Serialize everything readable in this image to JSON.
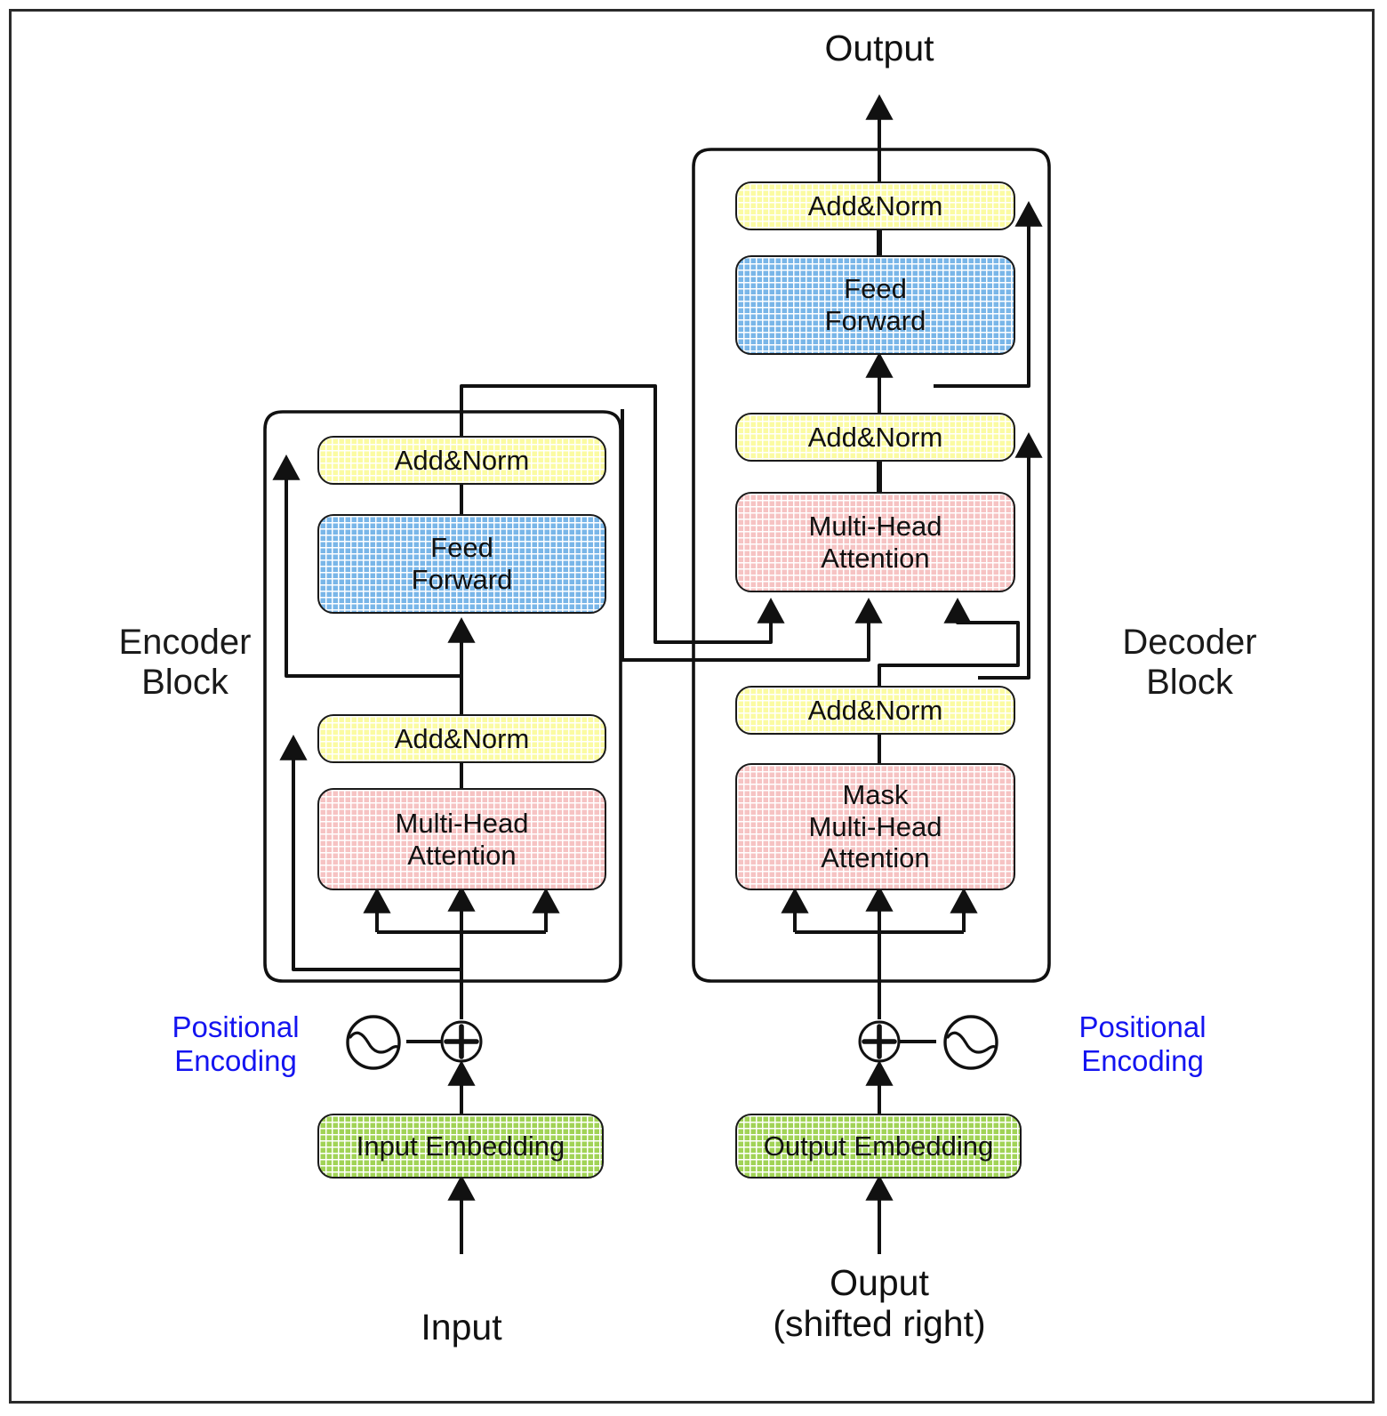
{
  "diagram": {
    "title": "Transformer Encoder-Decoder Architecture",
    "frame_color": "#2b2b2b",
    "background": "#ffffff"
  },
  "colors": {
    "add_norm": "#fbfba2",
    "feed_forward": "#79b6e8",
    "attention": "#f6c3c3",
    "embedding": "#a1d356",
    "positional_encoding_text": "#1414f0",
    "stroke": "#1a1a1a"
  },
  "labels": {
    "output_top": "Output",
    "input_bottom": "Input",
    "output_bottom": "Ouput\n(shifted right)",
    "encoder_block": "Encoder\nBlock",
    "decoder_block": "Decoder\nBlock",
    "positional_encoding_left": "Positional\nEncoding",
    "positional_encoding_right": "Positional\nEncoding"
  },
  "encoder": {
    "block_label": "Encoder\nBlock",
    "nodes": [
      {
        "id": "enc-add-norm-2",
        "label": "Add&Norm",
        "kind": "add-norm",
        "color": "#fbfba2"
      },
      {
        "id": "enc-feed-forward",
        "label": "Feed\nForward",
        "kind": "feed-forward",
        "color": "#79b6e8"
      },
      {
        "id": "enc-add-norm-1",
        "label": "Add&Norm",
        "kind": "add-norm",
        "color": "#fbfba2"
      },
      {
        "id": "enc-multi-head-attention",
        "label": "Multi-Head\nAttention",
        "kind": "attention",
        "color": "#f6c3c3"
      }
    ],
    "embedding": {
      "id": "input-embedding",
      "label": "Input Embedding",
      "color": "#a1d356"
    },
    "positional_encoding": "Positional\nEncoding",
    "attention_inputs": 3
  },
  "decoder": {
    "block_label": "Decoder\nBlock",
    "nodes": [
      {
        "id": "dec-add-norm-3",
        "label": "Add&Norm",
        "kind": "add-norm",
        "color": "#fbfba2"
      },
      {
        "id": "dec-feed-forward",
        "label": "Feed\nForward",
        "kind": "feed-forward",
        "color": "#79b6e8"
      },
      {
        "id": "dec-add-norm-2",
        "label": "Add&Norm",
        "kind": "add-norm",
        "color": "#fbfba2"
      },
      {
        "id": "dec-cross-attention",
        "label": "Multi-Head\nAttention",
        "kind": "attention",
        "color": "#f6c3c3"
      },
      {
        "id": "dec-add-norm-1",
        "label": "Add&Norm",
        "kind": "add-norm",
        "color": "#fbfba2"
      },
      {
        "id": "dec-masked-attention",
        "label": "Mask\nMulti-Head\nAttention",
        "kind": "attention",
        "color": "#f6c3c3"
      }
    ],
    "embedding": {
      "id": "output-embedding",
      "label": "Output Embedding",
      "color": "#a1d356"
    },
    "positional_encoding": "Positional\nEncoding",
    "masked_attention_inputs": 3,
    "cross_attention_inputs": 3
  },
  "icons": {
    "sine_wave": "sine-wave-icon",
    "plus": "plus-circle-icon",
    "arrow": "arrow-head"
  }
}
